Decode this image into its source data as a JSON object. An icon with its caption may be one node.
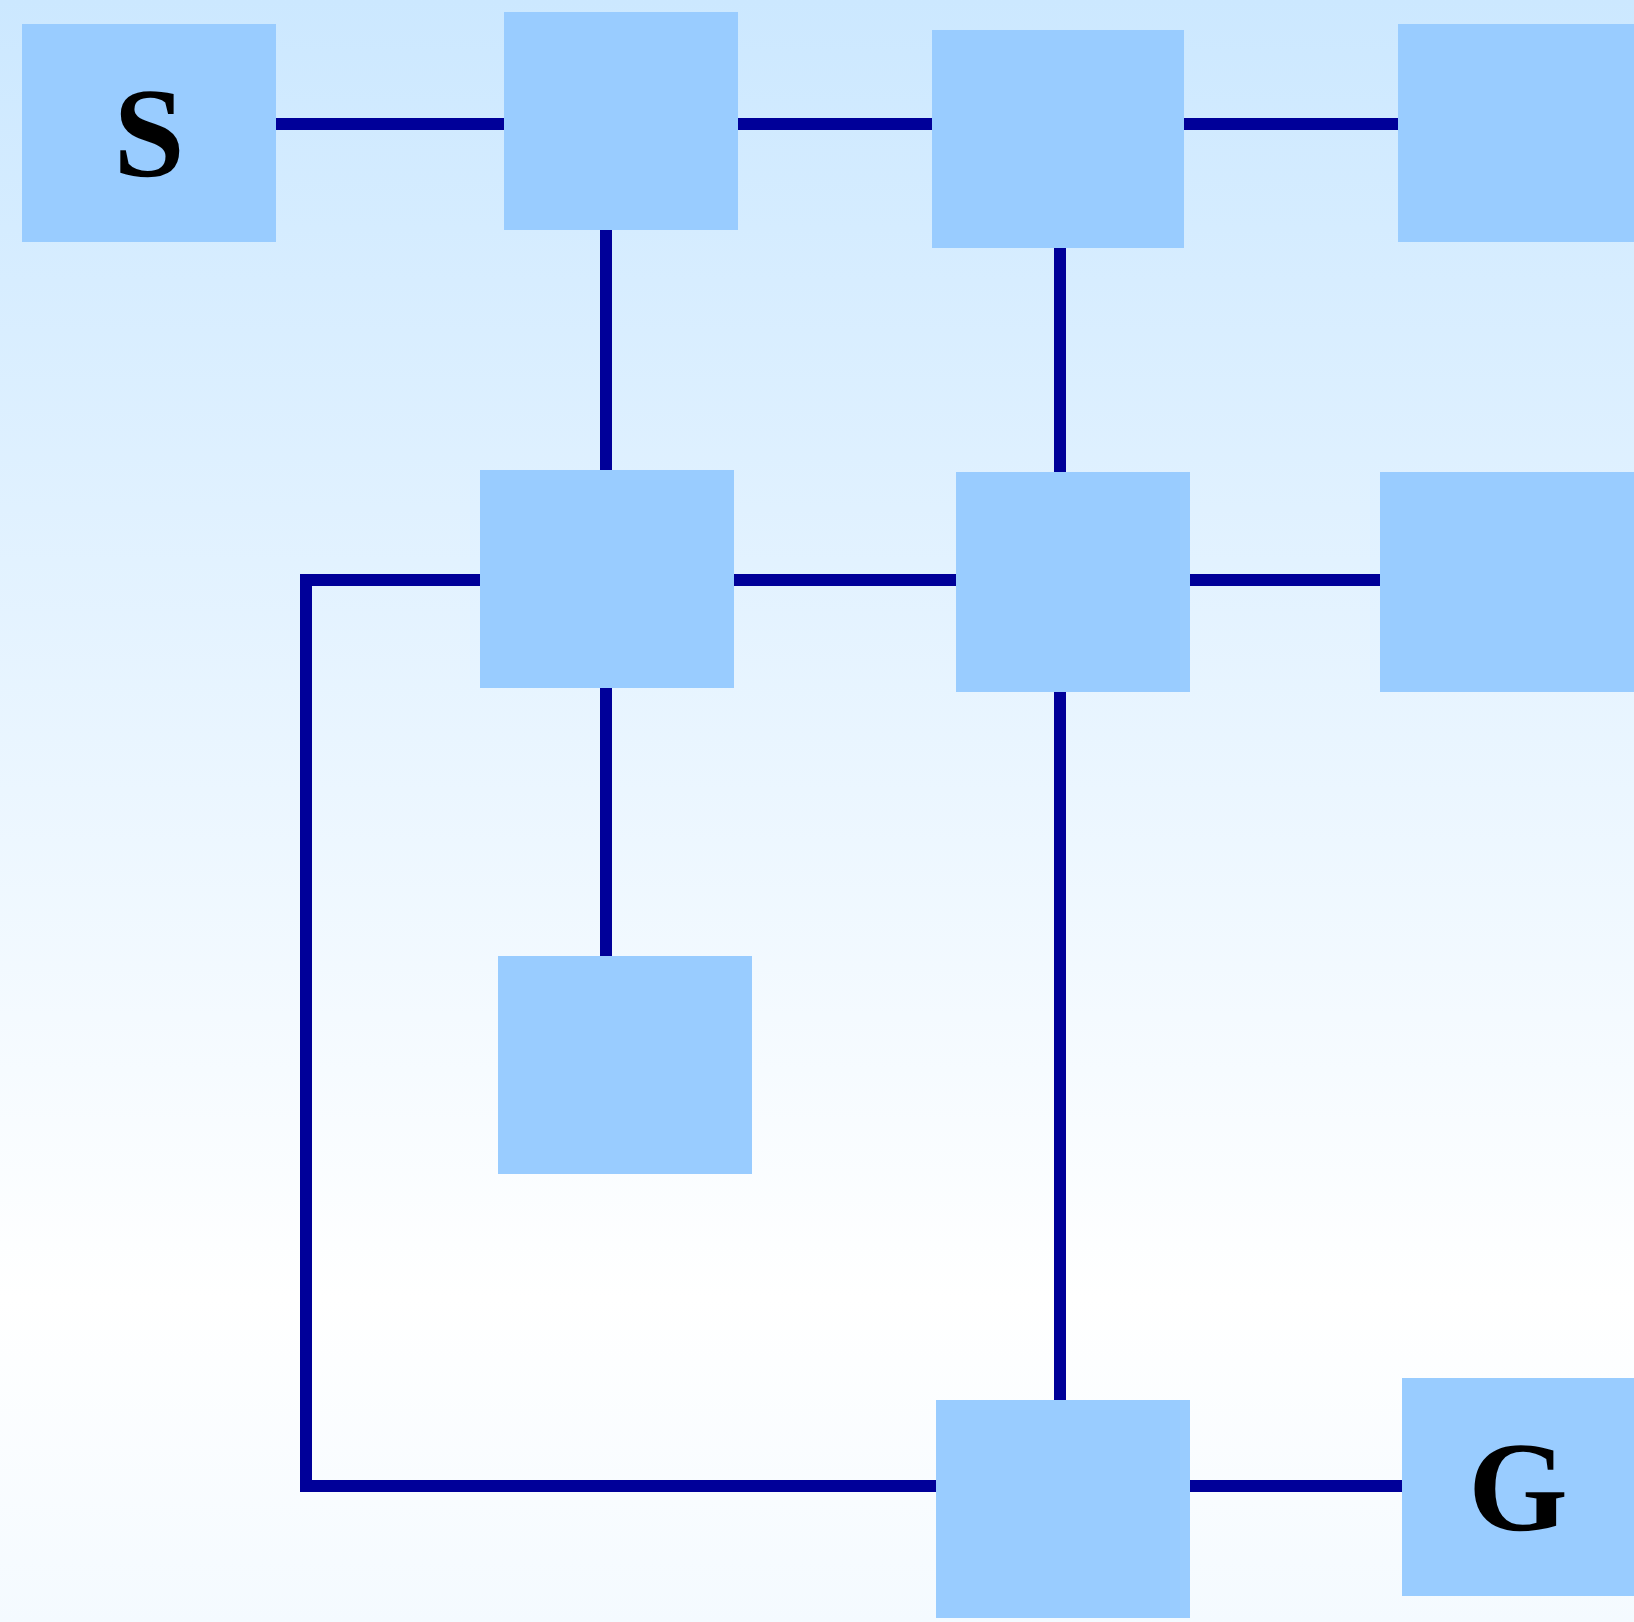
{
  "diagram": {
    "nodes": [
      {
        "text": [
          "S"
        ]
      },
      {
        "text": [],
        "shape": "box"
      },
      {
        "text": [],
        "shape": "box"
      },
      {
        "text": [],
        "shape": "box"
      },
      {
        "text": [],
        "shape": "box"
      },
      {
        "text": [],
        "shape": "box"
      },
      {
        "text": [],
        "shape": "box"
      },
      {
        "text": [],
        "shape": "box"
      },
      {
        "text": [],
        "shape": "box"
      },
      {
        "text": [
          "G"
        ]
      }
    ],
    "edges": [
      {
        "from": 0,
        "to": 1,
        "arrow": "none"
      },
      {
        "from": 1,
        "to": 2,
        "arrow": "none"
      },
      {
        "from": 2,
        "to": 3,
        "arrow": "none"
      },
      {
        "from": 1,
        "to": 4,
        "arrow": "none"
      },
      {
        "from": 2,
        "to": 5,
        "arrow": "none"
      },
      {
        "from": 4,
        "to": 5,
        "arrow": "none"
      },
      {
        "from": 5,
        "to": 6,
        "arrow": "none"
      },
      {
        "from": 4,
        "to": 7,
        "arrow": "none"
      },
      {
        "from": 5,
        "to": 8,
        "arrow": "none"
      },
      {
        "from": 4,
        "to": 8,
        "arrow": "none"
      },
      {
        "from": 8,
        "to": 9,
        "arrow": "none"
      }
    ]
  }
}
